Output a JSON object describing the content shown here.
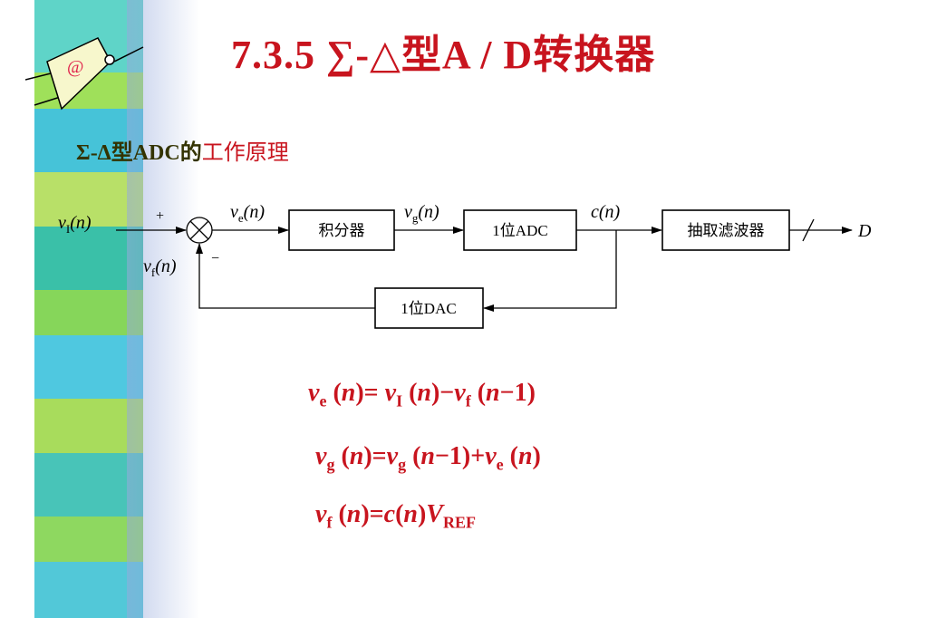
{
  "title": "7.3.5  ∑-△型A / D转换器",
  "subtitle": {
    "lead": "Σ-Δ型ADC的",
    "rest": "工作原理"
  },
  "diagram": {
    "blocks": {
      "integrator": "积分器",
      "adc": "1位ADC",
      "filter": "抽取滤波器",
      "dac": "1位DAC"
    },
    "signals": {
      "input": {
        "var": "v",
        "sub": "I",
        "arg": "(n)"
      },
      "error": {
        "var": "v",
        "sub": "e",
        "arg": "(n)"
      },
      "integrated": {
        "var": "v",
        "sub": "g",
        "arg": "(n)"
      },
      "bitstream": {
        "var": "c",
        "arg": "(n)"
      },
      "feedback": {
        "var": "v",
        "sub": "f",
        "arg": "(n)"
      },
      "output": "D"
    },
    "signs": {
      "plus": "+",
      "minus": "−"
    }
  },
  "equations": [
    {
      "parts": [
        "v",
        "e",
        " (",
        "n",
        ")= ",
        "v",
        "I",
        " (",
        "n",
        ")−",
        "v",
        "f",
        " (",
        "n",
        "−1)"
      ]
    },
    {
      "parts": [
        "v",
        "g",
        " (",
        "n",
        ")=",
        "v",
        "g",
        " (",
        "n",
        "−1)+",
        "v",
        "e",
        " (",
        "n",
        ")"
      ]
    },
    {
      "parts": [
        "v",
        "f",
        " (",
        "n",
        ")=",
        "c",
        "(",
        "n",
        ")",
        "V",
        "REF"
      ]
    }
  ],
  "colors": {
    "accent": "#c8141e",
    "lead": "#333300"
  },
  "logo_icon": "logic-gate-at-icon"
}
